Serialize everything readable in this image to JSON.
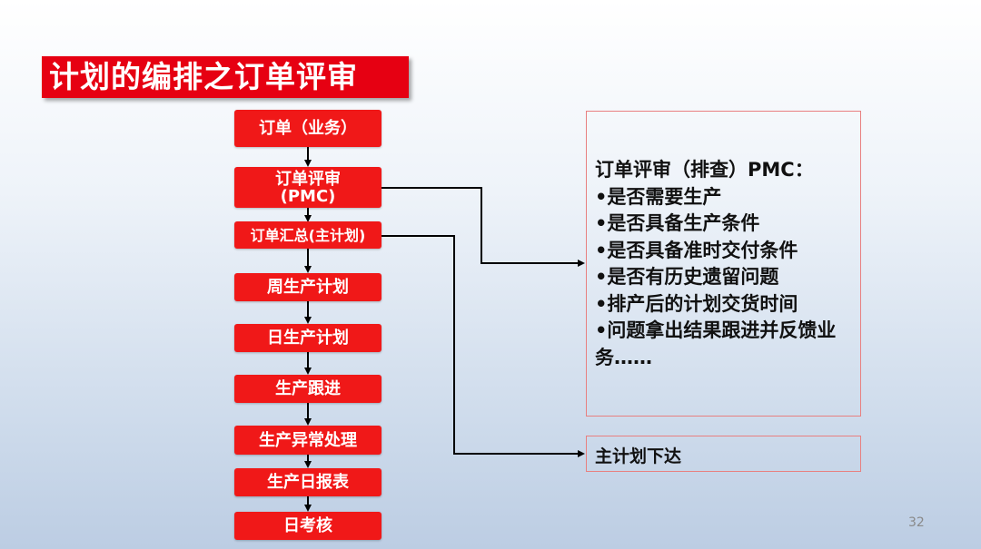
{
  "title": "计划的编排之订单评审",
  "steps": [
    {
      "label": "订单（业务）"
    },
    {
      "label": "订单评审",
      "label2": "(PMC)"
    },
    {
      "label": "订单汇总(主计划)"
    },
    {
      "label": "周生产计划"
    },
    {
      "label": "日生产计划"
    },
    {
      "label": "生产跟进"
    },
    {
      "label": "生产异常处理"
    },
    {
      "label": "生产日报表"
    },
    {
      "label": "日考核"
    }
  ],
  "review_box": {
    "heading": "订单评审（排查）PMC：",
    "items": [
      "•是否需要生产",
      "•是否具备生产条件",
      "•是否具备准时交付条件",
      "•是否有历史遗留问题",
      "•排产后的计划交货时间",
      "•问题拿出结果跟进并反馈业务……"
    ]
  },
  "release_box": {
    "label": "主计划下达"
  },
  "page_number": "32",
  "colors": {
    "accent": "#e60012",
    "step_fill": "#f01818",
    "box_border": "#e88080"
  }
}
